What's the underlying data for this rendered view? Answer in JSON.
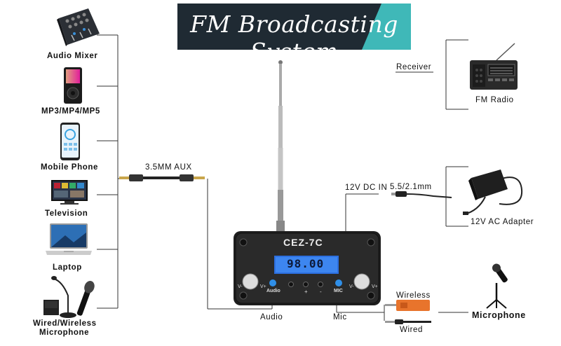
{
  "banner": {
    "title": "FM Broadcasting System"
  },
  "sources": [
    {
      "label": "Audio Mixer",
      "icon": "audio-mixer-icon"
    },
    {
      "label": "MP3/MP4/MP5",
      "icon": "mp3-player-icon"
    },
    {
      "label": "Mobile Phone",
      "icon": "mobile-phone-icon"
    },
    {
      "label": "Television",
      "icon": "television-icon"
    },
    {
      "label": "Laptop",
      "icon": "laptop-icon"
    },
    {
      "label_line1": "Wired/Wireless",
      "label_line2": "Microphone",
      "icon": "microphone-icon"
    }
  ],
  "cable": {
    "aux_label": "3.5MM AUX"
  },
  "transmitter": {
    "model": "CEZ-7C",
    "frequency": "98.00",
    "audio_port": "Audio",
    "mic_port": "Mic",
    "dc_label": "12V DC IN",
    "knob_labels": [
      "V-",
      "V+",
      "V-",
      "V+"
    ],
    "panel_audio": "Audio",
    "panel_mic": "MIC",
    "panel_buttons": [
      "+",
      "-"
    ]
  },
  "receiver": {
    "section_label": "Receiver",
    "device_label": "FM Radio"
  },
  "power": {
    "plug_label": "5.5/2.1mm",
    "adapter_label": "12V AC Adapter"
  },
  "mic_options": {
    "wireless": "Wireless",
    "wired": "Wired",
    "microphone": "Microphone"
  }
}
